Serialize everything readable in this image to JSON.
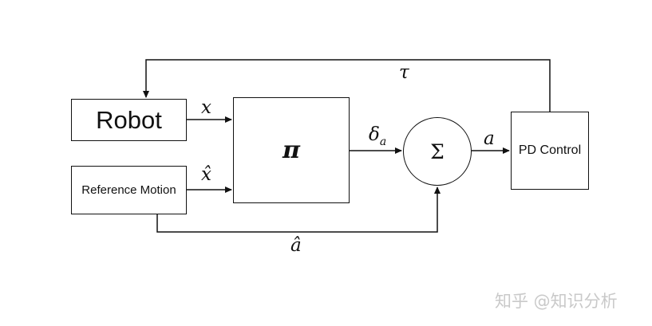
{
  "diagram": {
    "blocks": {
      "robot": "Robot",
      "reference_motion": "Reference Motion",
      "policy": "π",
      "summer": "Σ",
      "pd_control": "PD Control"
    },
    "signals": {
      "x": "x",
      "x_hat": "x̂",
      "delta": "δ",
      "delta_sub": "a",
      "a": "a",
      "a_hat": "â",
      "tau": "τ"
    }
  },
  "watermark": "知乎 @知识分析"
}
